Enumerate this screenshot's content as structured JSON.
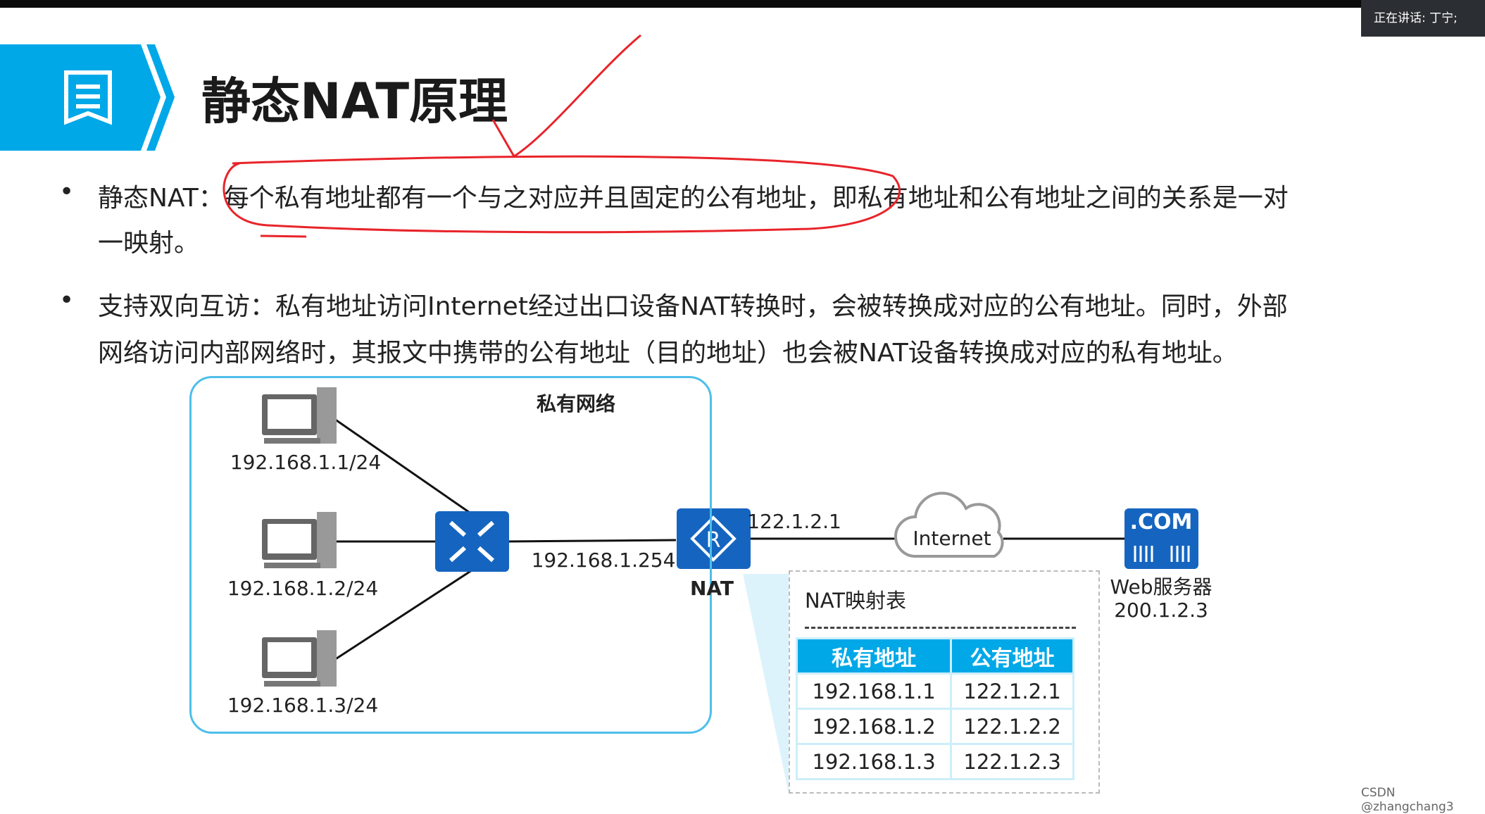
{
  "speaker": "正在讲话: 丁宁;",
  "title": "静态NAT原理",
  "bullets": [
    {
      "lines": [
        "静态NAT：每个私有地址都有一个与之对应并且固定的公有地址，即私有地址和公有地址之间的关系是一对",
        "一映射。"
      ]
    },
    {
      "lines": [
        "支持双向互访：私有地址访问Internet经过出口设备NAT转换时，会被转换成对应的公有地址。同时，外部",
        "网络访问内部网络时，其报文中携带的公有地址（目的地址）也会被NAT设备转换成对应的私有地址。"
      ]
    }
  ],
  "bullet_char": "•",
  "diagram": {
    "private_network": "私有网络",
    "hosts": [
      "192.168.1.1/24",
      "192.168.1.2/24",
      "192.168.1.3/24"
    ],
    "nat_inside_ip": "192.168.1.254",
    "nat_outside_ip": "122.1.2.1",
    "nat_label": "NAT",
    "router_letter": "R",
    "internet": "Internet",
    "server_badge": ".COM",
    "server_name": "Web服务器",
    "server_ip": "200.1.2.3"
  },
  "nat_table": {
    "title": "NAT映射表",
    "headers": [
      "私有地址",
      "公有地址"
    ],
    "rows": [
      [
        "192.168.1.1",
        "122.1.2.1"
      ],
      [
        "192.168.1.2",
        "122.1.2.2"
      ],
      [
        "192.168.1.3",
        "122.1.2.3"
      ]
    ]
  },
  "watermark": "CSDN @zhangchang3",
  "colors": {
    "accent": "#00a8e8",
    "annotation": "#e8242a",
    "device": "#1565c0"
  }
}
